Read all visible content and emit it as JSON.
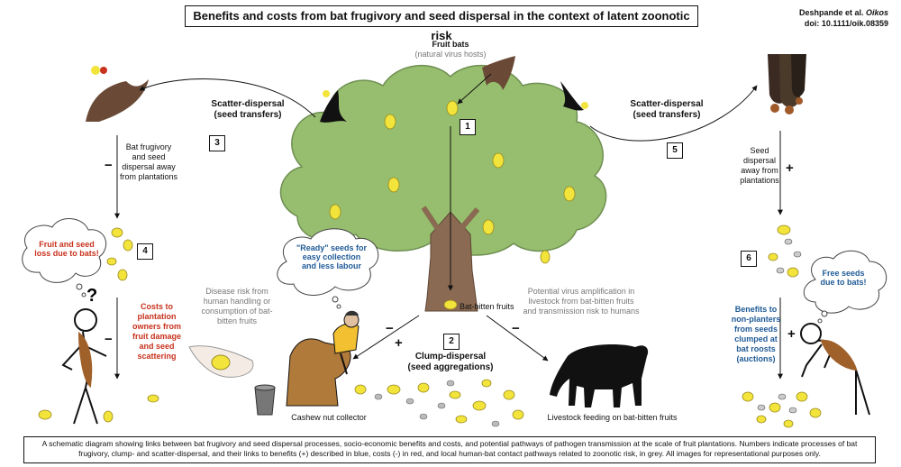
{
  "title": "Benefits and costs from bat frugivory and seed dispersal in the context of latent zoonotic risk",
  "citation": {
    "line1_prefix": "Deshpande et al. ",
    "line1_journal": "Oikos",
    "line2": "doi: 10.1111/oik.08359"
  },
  "fruit_bats": {
    "title": "Fruit bats",
    "subtitle": "(natural virus hosts)"
  },
  "scatter_left": {
    "line1": "Scatter-dispersal",
    "line2": "(seed transfers)"
  },
  "scatter_right": {
    "line1": "Scatter-dispersal",
    "line2": "(seed transfers)"
  },
  "clump": {
    "line1": "Clump-dispersal",
    "line2": "(seed aggregations)"
  },
  "numbers": [
    "1",
    "2",
    "3",
    "4",
    "5",
    "6"
  ],
  "left_flow": "Bat frugivory and seed dispersal away from plantations",
  "right_flow": "Seed dispersal away from plantations",
  "left_bubble": "Fruit and seed loss due to bats!",
  "left_cost": "Costs to plantation owners from fruit damage and seed scattering",
  "disease_risk": "Disease risk from human handling or consumption of bat-bitten fruits",
  "ready_bubble": "\"Ready\" seeds for easy collection and less labour",
  "bat_bitten": "Bat-bitten fruits",
  "livestock_risk": "Potential virus amplification in livestock from bat-bitten fruits and transmission risk to humans",
  "cashew_collector": "Cashew nut collector",
  "livestock_feeding": "Livestock feeding on bat-bitten fruits",
  "free_bubble": "Free seeds due to bats!",
  "right_benefit": "Benefits to non-planters from seeds clumped at bat roosts (auctions)",
  "signs": {
    "minus": "−",
    "plus": "+"
  },
  "caption": "A schematic diagram showing links between bat frugivory and seed dispersal processes, socio-economic benefits and costs, and potential pathways of pathogen transmission at the scale of fruit plantations. Numbers indicate processes of bat frugivory, clump- and scatter-dispersal, and their links to benefits (+) described in blue, costs (-) in red, and local human-bat contact pathways related to zoonotic risk, in grey.  All images for representational purposes only.",
  "colors": {
    "tree": "#96be6e",
    "trunk": "#8a6a52",
    "fruit": "#f2e43a",
    "blue": "#1f5a96",
    "red": "#c8321e",
    "bat": "#6a4a36"
  }
}
